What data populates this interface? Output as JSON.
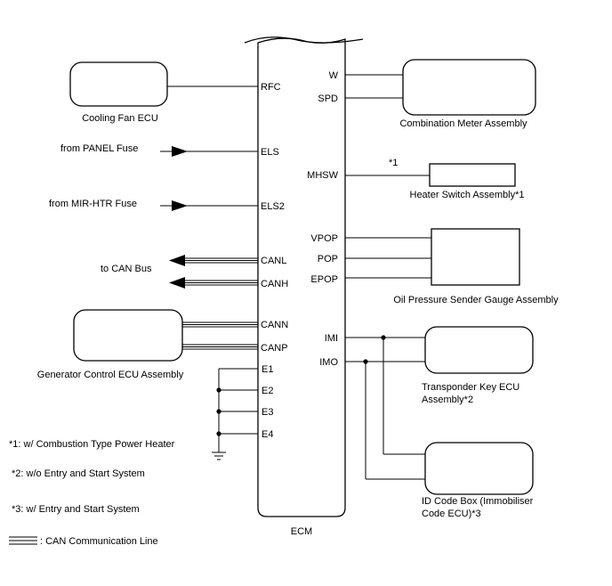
{
  "ecm": {
    "label": "ECM"
  },
  "components": {
    "cooling_fan_ecu": "Cooling Fan ECU",
    "combination_meter": "Combination Meter Assembly",
    "heater_switch": "Heater Switch Assembly*1",
    "heater_note": "*1",
    "oil_pressure": "Oil Pressure Sender Gauge Assembly",
    "generator_ecu": "Generator Control ECU Assembly",
    "transponder_line1": "Transponder Key ECU",
    "transponder_line2": "Assembly*2",
    "id_code_line1": "ID Code Box (Immobiliser",
    "id_code_line2": "Code ECU)*3"
  },
  "sources": {
    "panel_fuse": "from PANEL Fuse",
    "mir_htr_fuse": "from MIR-HTR Fuse",
    "can_bus": "to CAN Bus"
  },
  "pins_left": {
    "rfc": "RFC",
    "els": "ELS",
    "els2": "ELS2",
    "canl": "CANL",
    "canh": "CANH",
    "cann": "CANN",
    "canp": "CANP",
    "e1": "E1",
    "e2": "E2",
    "e3": "E3",
    "e4": "E4"
  },
  "pins_right": {
    "w": "W",
    "spd": "SPD",
    "mhsw": "MHSW",
    "vpop": "VPOP",
    "pop": "POP",
    "epop": "EPOP",
    "imi": "IMI",
    "imo": "IMO"
  },
  "notes": {
    "n1": "*1: w/ Combustion Type Power Heater",
    "n2": "*2: w/o Entry and Start System",
    "n3": "*3: w/ Entry and Start System"
  },
  "legend": {
    "can_line": ": CAN Communication Line"
  }
}
